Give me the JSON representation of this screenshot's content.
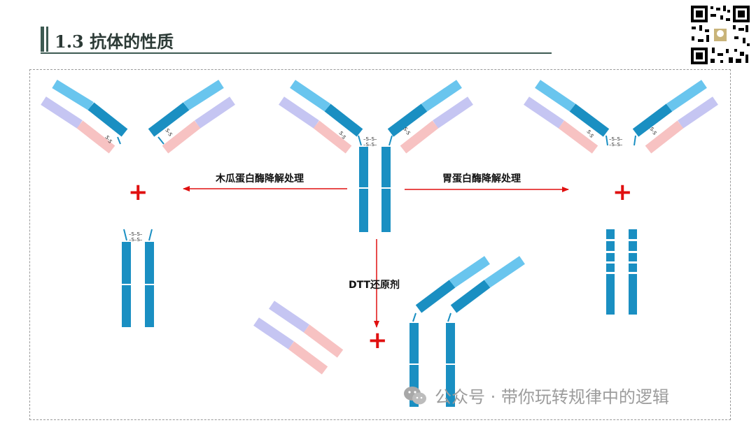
{
  "page": {
    "title": "1.3 抗体的性质"
  },
  "diagram": {
    "papain_label": "木瓜蛋白酶降解处理",
    "pepsin_label": "胃蛋白酶降解处理",
    "dtt_label": "DTT还原剂",
    "plus_sign": "+",
    "disulfide": "S-S"
  },
  "watermark": {
    "text": "公众号 · 带你玩转规律中的逻辑"
  },
  "colors": {
    "heavy_light_blue": "#69c5ee",
    "heavy_blue": "#1a8fc2",
    "heavy_dark_blue": "#0c7fb5",
    "light_lavender": "#c5c5f2",
    "light_pink": "#f7c2c2",
    "arrow_red": "#e01010",
    "title_green": "#3d5a52"
  }
}
